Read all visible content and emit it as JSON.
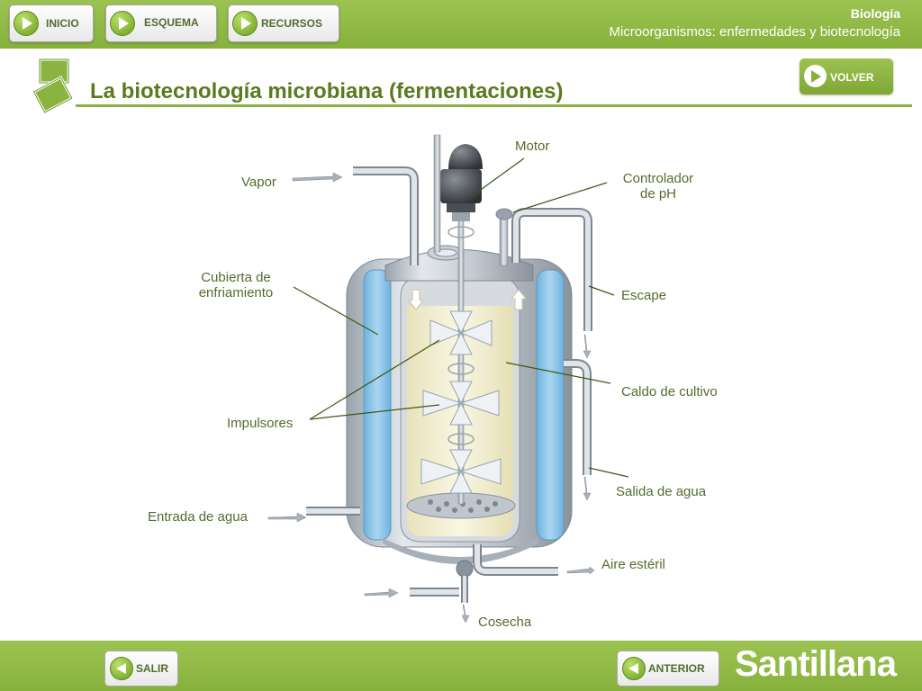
{
  "nav": {
    "inicio": "INICIO",
    "esquema": "ESQUEMA",
    "recursos": "RECURSOS"
  },
  "header": {
    "subject": "Biología",
    "unit": "Microorganismos: enfermedades y biotecnología"
  },
  "page": {
    "title": "La biotecnología microbiana (fermentaciones)",
    "volver": "VOLVER"
  },
  "diagram": {
    "labels": {
      "motor": "Motor",
      "controlador": "Controlador",
      "controlador2": "de pH",
      "vapor": "Vapor",
      "cubierta": "Cubierta de",
      "cubierta2": "enfriamiento",
      "escape": "Escape",
      "caldo": "Caldo de cultivo",
      "impulsores": "Impulsores",
      "salida": "Salida de agua",
      "entrada": "Entrada de agua",
      "aire": "Aire estéril",
      "cosecha": "Cosecha"
    }
  },
  "footer": {
    "salir": "SALIR",
    "anterior": "ANTERIOR",
    "brand": "Santillana"
  }
}
